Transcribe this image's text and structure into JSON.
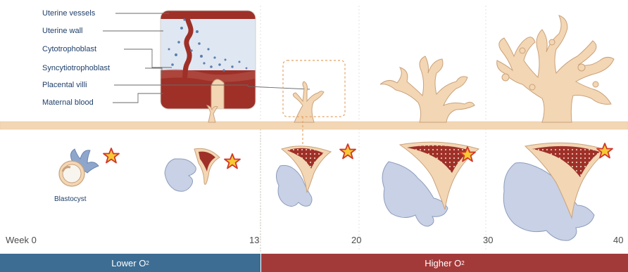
{
  "labels": {
    "uterine_vessels": "Uterine vessels",
    "uterine_wall": "Uterine wall",
    "cytotrophoblast": "Cytotrophoblast",
    "syncytiotrophoblast": "Syncytiotrophoblast",
    "placental_villi": "Placental villi",
    "maternal_blood": "Maternal blood",
    "blastocyst": "Blastocyst"
  },
  "timeline": {
    "week_0": "Week 0",
    "week_13": "13",
    "week_20": "20",
    "week_30": "30",
    "week_40": "40"
  },
  "oxygen_bar": {
    "lower_text": "Lower O",
    "higher_text": "Higher O",
    "subscript": "2",
    "lower_color": "#3d6d93",
    "higher_color": "#a33a3a"
  },
  "colors": {
    "villi_fill": "#f3d6b3",
    "villi_stroke": "#c9a27c",
    "blood_red": "#9e3028",
    "fetus_fill": "#c8d1e5",
    "fetus_stroke": "#8d9dbd",
    "star_fill": "#f7c934",
    "star_stroke": "#d1382b",
    "label_text": "#1f3f6a"
  }
}
